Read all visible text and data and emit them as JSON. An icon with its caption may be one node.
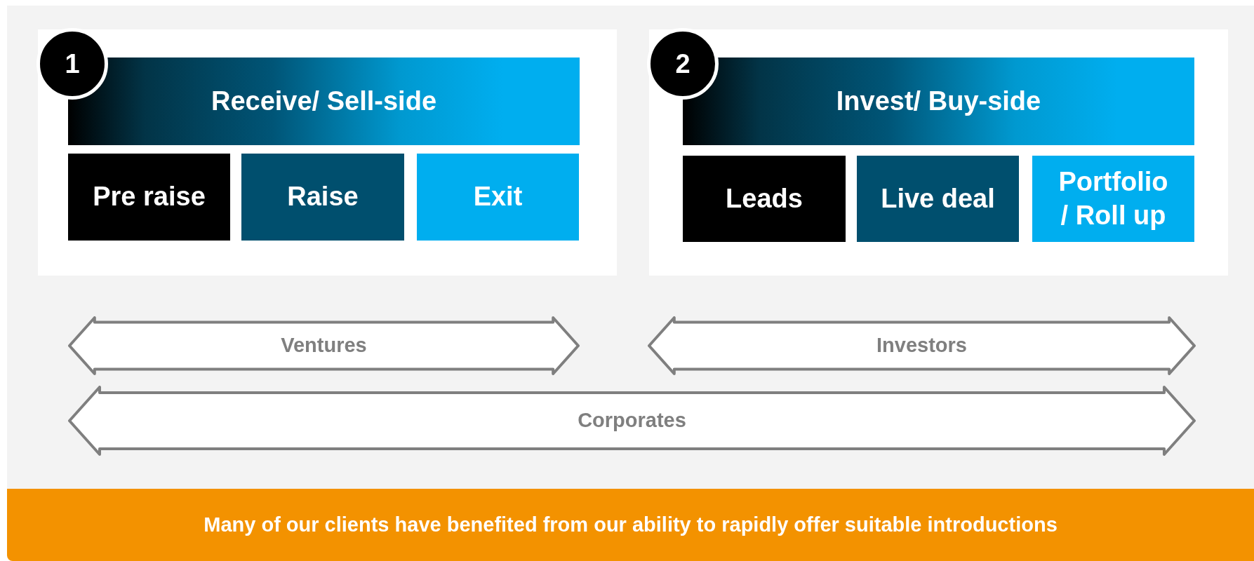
{
  "diagram": {
    "nodes": [
      {
        "text": [],
        "shape": "box"
      },
      {
        "text": [
          "1"
        ],
        "in": 0
      },
      {
        "text": [
          "Receive/ Sell-side"
        ],
        "in": 0
      },
      {
        "text": [
          "Pre raise"
        ],
        "in": 0
      },
      {
        "text": [
          "Raise"
        ],
        "in": 0
      },
      {
        "text": [
          "Exit"
        ],
        "in": 0
      },
      {
        "text": [],
        "shape": "box"
      },
      {
        "text": [
          "2"
        ],
        "in": 6
      },
      {
        "text": [
          "Invest/ Buy-side"
        ],
        "in": 6
      },
      {
        "text": [
          "Leads"
        ],
        "in": 6
      },
      {
        "text": [
          "Live deal"
        ],
        "in": 6
      },
      {
        "text": [
          "Portfolio / Roll up"
        ],
        "in": 6
      },
      {
        "text": [
          "Ventures"
        ]
      },
      {
        "text": [
          "Investors"
        ]
      },
      {
        "text": [
          "Corporates"
        ]
      },
      {
        "text": [
          "Many of our clients have benefited from our ability to rapidly offer suitable introductions"
        ]
      }
    ]
  }
}
